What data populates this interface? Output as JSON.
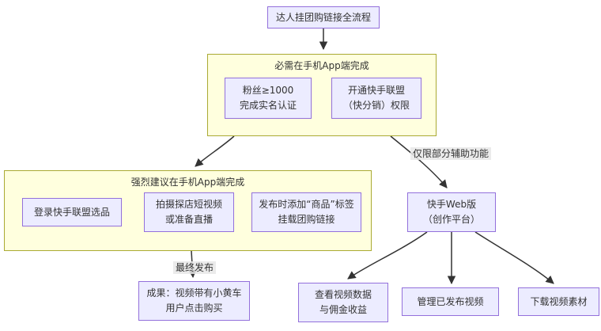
{
  "diagram": {
    "title_node": "达人挂团购链接全流程",
    "subgraph1": {
      "label": "必需在手机App端完成",
      "nodes": {
        "fans": "粉丝≥1000\n完成实名认证",
        "union": "开通快手联盟\n（快分销）权限"
      }
    },
    "subgraph2": {
      "label": "强烈建议在手机App端完成",
      "nodes": {
        "login": "登录快手联盟选品",
        "shoot": "拍摄探店短视频\n或准备直播",
        "publish": "发布时添加“商品”标签\n挂载团购链接"
      }
    },
    "web_node": "快手Web版\n（创作平台）",
    "result_node": "成果：视频带有小黄车\n用户点击购买",
    "data_node": "查看视频数据\n与佣金收益",
    "manage_node": "管理已发布视频",
    "download_node": "下载视频素材",
    "edge_labels": {
      "web_only": "仅限部分辅助功能",
      "final_publish": "最终发布"
    }
  },
  "colors": {
    "node_fill": "#ECECFF",
    "node_border": "#9370DB",
    "subgraph_fill": "#FFFFDE",
    "subgraph_border": "#AAAA33",
    "arrow_color": "#333333",
    "text_color": "#333333"
  }
}
